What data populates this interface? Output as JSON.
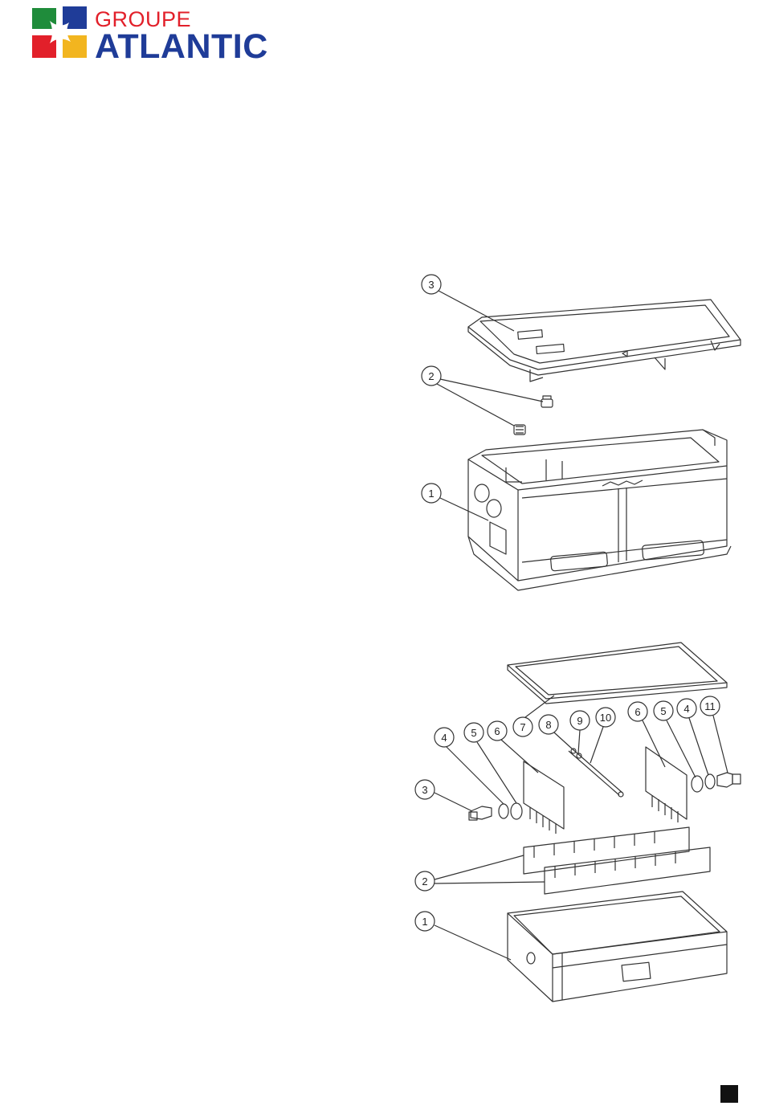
{
  "logo": {
    "line1": "GROUPE",
    "line2": "ATLANTIC",
    "colors": {
      "green": "#1f8c3b",
      "blue": "#1f3c98",
      "red": "#e2202a",
      "yellow": "#f2b51f"
    }
  },
  "drawing1": {
    "callouts": [
      "3",
      "2",
      "1"
    ]
  },
  "drawing2": {
    "callouts": [
      "4",
      "5",
      "6",
      "7",
      "8",
      "9",
      "10",
      "6",
      "5",
      "4",
      "11",
      "3",
      "2",
      "1"
    ]
  }
}
